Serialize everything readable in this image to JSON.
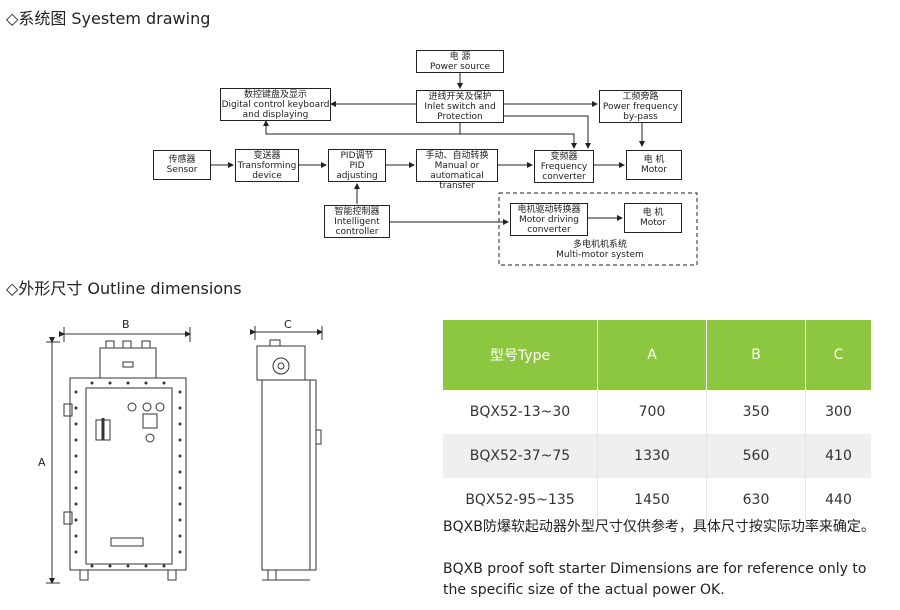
{
  "section_system": {
    "diamond": "◇",
    "title": "系统图 Syestem drawing"
  },
  "section_outline": {
    "diamond": "◇",
    "title": "外形尺寸  Outline dimensions"
  },
  "diagram": {
    "power_source": [
      "电  源",
      "Power  source"
    ],
    "inlet": [
      "进线开关及保护",
      "Inlet  switch  and",
      "Protection"
    ],
    "bypass": [
      "工频旁路",
      "Power  frequency",
      "by-pass"
    ],
    "keyboard": [
      "数控键盘及显示",
      "Digital  control  keyboard",
      "and  displaying"
    ],
    "sensor": [
      "传感器",
      "Sensor"
    ],
    "transforming": [
      "变送器",
      "Transforming",
      "device"
    ],
    "pid": [
      "PID调节",
      "PID",
      "adjusting"
    ],
    "manual": [
      "手动、自动转换",
      "Manual  or",
      "automatical transfer"
    ],
    "converter": [
      "变频器",
      "Frequency",
      "converter"
    ],
    "motor1": [
      "电  机",
      "Motor"
    ],
    "intelligent": [
      "智能控制器",
      "Intelligent",
      "controller"
    ],
    "motor_driving": [
      "电机驱动转换器",
      "Motor  driving",
      "converter"
    ],
    "motor2": [
      "电  机",
      "Motor"
    ],
    "multi_motor": [
      "多电机机系统",
      "Multi-motor  system"
    ]
  },
  "drawing": {
    "label_b": "B",
    "label_a": "A",
    "label_c": "C"
  },
  "table": {
    "headers": [
      "型号Type",
      "A",
      "B",
      "C"
    ],
    "rows": [
      [
        "BQX52-13~30",
        "700",
        "350",
        "300"
      ],
      [
        "BQX52-37~75",
        "1330",
        "560",
        "410"
      ],
      [
        "BQX52-95~135",
        "1450",
        "630",
        "440"
      ]
    ]
  },
  "note_cn": "BQXB防爆软起动器外型尺寸仅供参考，具体尺寸按实际功率来确定。",
  "note_en": "BQXB proof soft starter Dimensions are for reference only to the specific size of the actual power OK.",
  "colors": {
    "header_green": "#8dc63f",
    "alt_row": "#efefef"
  }
}
